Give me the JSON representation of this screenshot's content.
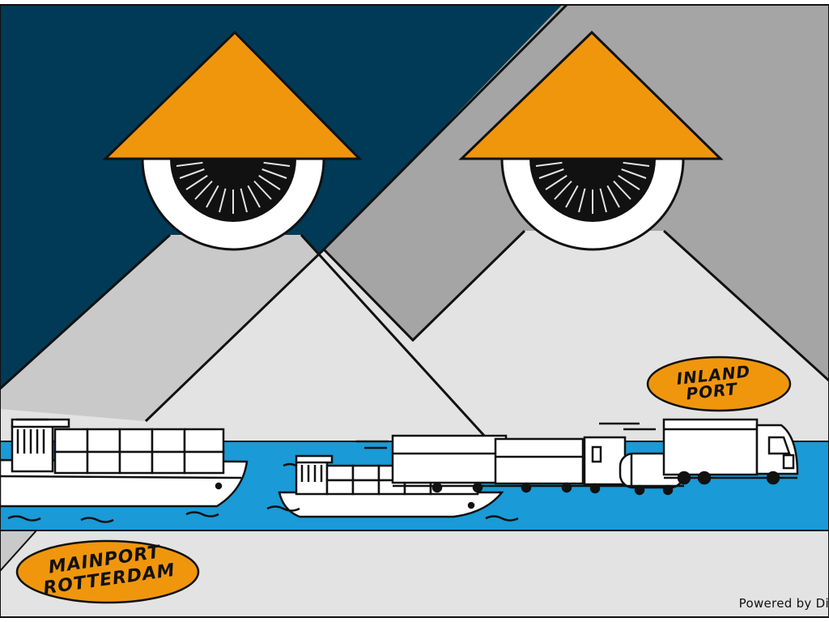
{
  "labels": {
    "mainport_line1": "MAINPORT",
    "mainport_line2": "ROTTERDAM",
    "inland_line1": "INLAND",
    "inland_line2": "PORT"
  },
  "credit": "Powered by Di",
  "colors": {
    "navy": "#003a56",
    "orange": "#f0960d",
    "water": "#1a9ad6",
    "mid_grey": "#a5a5a5",
    "light_grey": "#c9c9c9",
    "lightest_grey": "#e3e3e3"
  }
}
